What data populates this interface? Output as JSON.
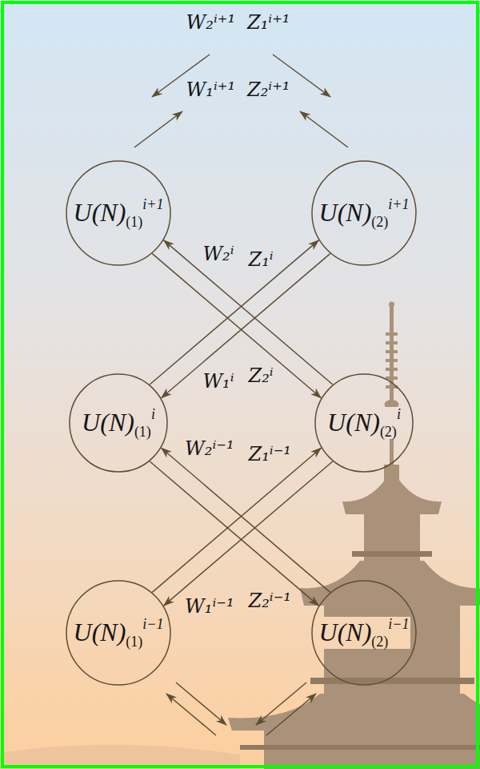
{
  "diagram": {
    "nodes": [
      {
        "text": [
          "U(N)",
          "(1)",
          "i+1"
        ]
      },
      {
        "text": [
          "U(N)",
          "(2)",
          "i+1"
        ]
      },
      {
        "text": [
          "U(N)",
          "(1)",
          "i"
        ]
      },
      {
        "text": [
          "U(N)",
          "(2)",
          "i"
        ]
      },
      {
        "text": [
          "U(N)",
          "(1)",
          "i−1"
        ]
      },
      {
        "text": [
          "U(N)",
          "(2)",
          "i−1"
        ]
      }
    ],
    "edges": [
      {
        "from": 3,
        "to": 0,
        "arrow": "to",
        "label": "W₂ⁱ"
      },
      {
        "from": 2,
        "to": 1,
        "arrow": "to",
        "label": "Z₁ⁱ"
      },
      {
        "from": 1,
        "to": 2,
        "arrow": "to",
        "label": "W₁ⁱ"
      },
      {
        "from": 0,
        "to": 3,
        "arrow": "to",
        "label": "Z₂ⁱ"
      },
      {
        "from": 5,
        "to": 2,
        "arrow": "to",
        "label": "W₂ⁱ⁻¹"
      },
      {
        "from": 4,
        "to": 3,
        "arrow": "to",
        "label": "Z₁ⁱ⁻¹"
      },
      {
        "from": 3,
        "to": 4,
        "arrow": "to",
        "label": "W₁ⁱ⁻¹"
      },
      {
        "from": 2,
        "to": 5,
        "arrow": "to",
        "label": "Z₂ⁱ⁻¹"
      }
    ],
    "labels": [
      "W₂ⁱ⁺¹",
      "Z₁ⁱ⁺¹",
      "W₁ⁱ⁺¹",
      "Z₂ⁱ⁺¹"
    ]
  }
}
